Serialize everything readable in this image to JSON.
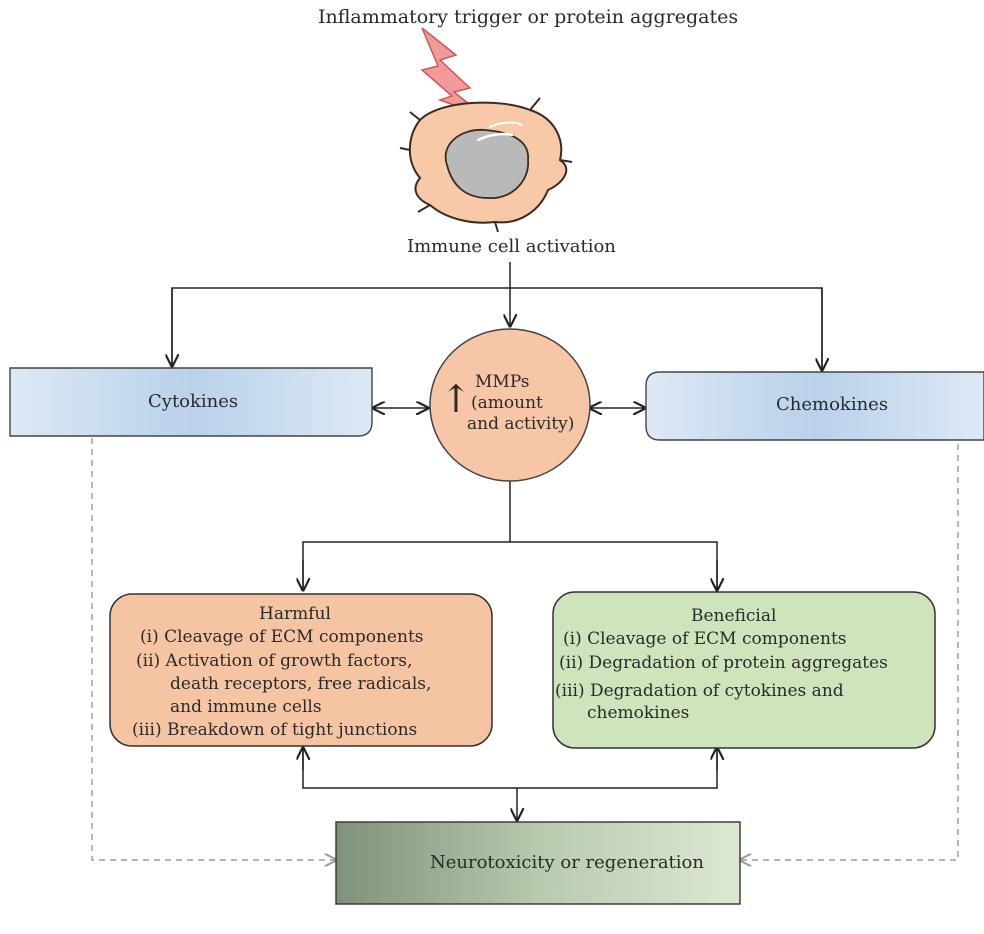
{
  "trigger": {
    "text": "Inflammatory trigger or protein aggregates"
  },
  "activation": {
    "text": "Immune cell activation"
  },
  "cytokines": {
    "label": "Cytokines"
  },
  "chemokines": {
    "label": "Chemokines"
  },
  "mmps": {
    "arrow": "↑",
    "line1": "MMPs",
    "line2": "(amount",
    "line3": "and activity)"
  },
  "harmful": {
    "title": "Harmful",
    "items": [
      "(i) Cleavage of ECM components",
      "(ii) Activation of growth factors,",
      "death receptors, free radicals,",
      "and immune cells",
      "(iii) Breakdown of tight junctions"
    ]
  },
  "beneficial": {
    "title": "Beneficial",
    "items": [
      "(i) Cleavage of ECM components",
      "(ii) Degradation of protein aggregates",
      "(iii) Degradation of cytokines and",
      "chemokines"
    ]
  },
  "outcome": {
    "label": "Neurotoxicity or regeneration"
  },
  "colors": {
    "harmful_fill": "#f5c5a3",
    "beneficial_fill": "#cfe4bd",
    "mmps_fill": "#f7c6a6",
    "blue_box": "#c7dcef",
    "lightning": "#f08a8a",
    "cell_body": "#f7c9a9",
    "nucleus": "#b8b8b8",
    "outcome_dark": "#8a9c82",
    "outcome_light": "#dfe9d4"
  }
}
